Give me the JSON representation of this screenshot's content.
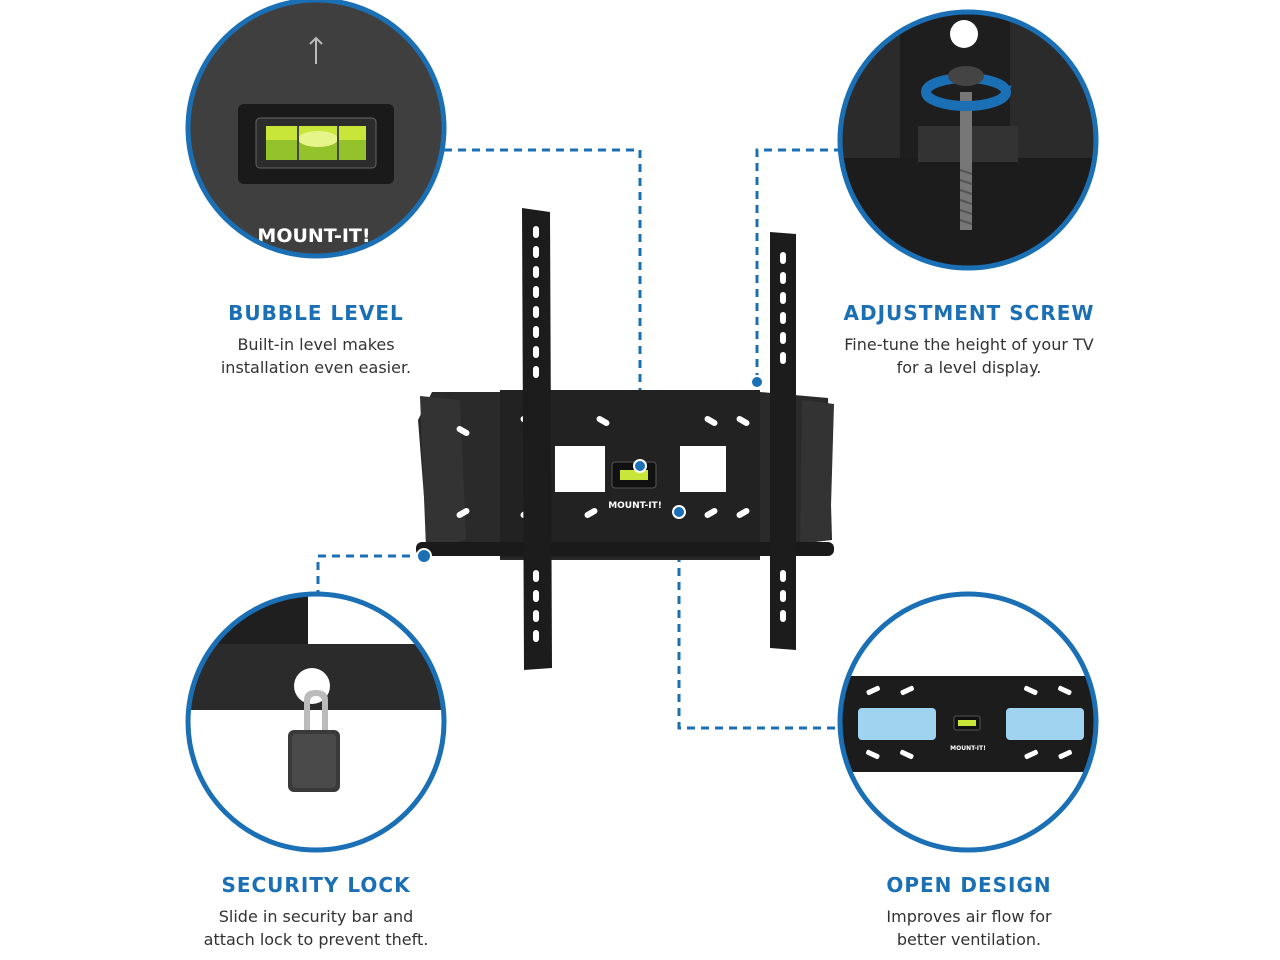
{
  "colors": {
    "accent": "#1a6fb5",
    "mount": "#1c1c1c",
    "bubble": "#c8e63a"
  },
  "brand": "MOUNT-IT!",
  "features": {
    "bubble_level": {
      "title": "BUBBLE LEVEL",
      "line1": "Built-in level makes",
      "line2": "installation even easier."
    },
    "adjustment_screw": {
      "title": "ADJUSTMENT SCREW",
      "line1": "Fine-tune the height of your TV",
      "line2": "for a level display."
    },
    "security_lock": {
      "title": "SECURITY LOCK",
      "line1": "Slide in security bar and",
      "line2": "attach lock to prevent theft."
    },
    "open_design": {
      "title": "OPEN DESIGN",
      "line1": "Improves air flow for",
      "line2": "better ventilation."
    }
  }
}
